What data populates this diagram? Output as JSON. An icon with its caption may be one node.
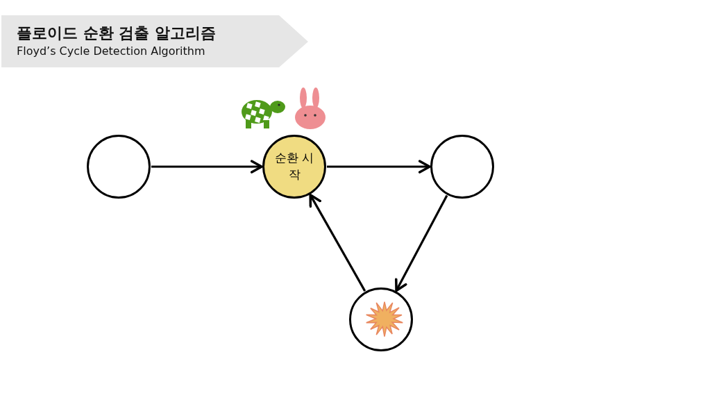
{
  "diagram": {
    "title": "플로이드 순환 검출 알고리즘",
    "nodes": [
      {
        "text": [],
        "shape": "circle"
      },
      {
        "text": [
          "순환 시작"
        ]
      },
      {
        "text": [],
        "shape": "circle"
      },
      {
        "text": [],
        "shape": "circle"
      }
    ],
    "edges": [
      {
        "from": 0,
        "to": 1,
        "arrow": "to"
      },
      {
        "from": 1,
        "to": 2,
        "arrow": "to"
      },
      {
        "from": 2,
        "to": 3,
        "arrow": "to"
      },
      {
        "from": 3,
        "to": 1,
        "arrow": "to"
      }
    ],
    "labels": [
      "Floyd’s Cycle Detection Algorithm"
    ]
  }
}
